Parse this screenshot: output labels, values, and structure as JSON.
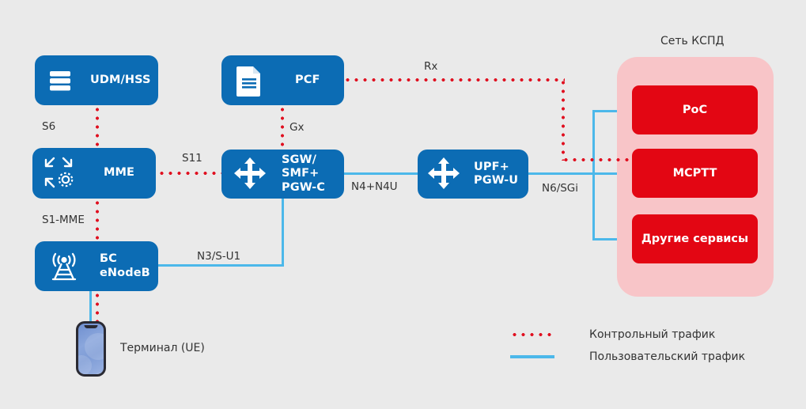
{
  "diagram": {
    "title_area_label": "Сеть КСПД",
    "background_color": "#eaeaea",
    "node_color": "#0c6cb4",
    "service_color": "#e30613",
    "service_container_color": "#f8c5c8",
    "control_traffic_color": "#e01020",
    "user_traffic_color": "#4cb8ea"
  },
  "nodes": [
    {
      "id": "udm",
      "label": "UDM/HSS",
      "icon": "database-icon"
    },
    {
      "id": "pcf",
      "label": "PCF",
      "icon": "document-policy-icon"
    },
    {
      "id": "mme",
      "label": "MME",
      "icon": "arrows-gear-icon"
    },
    {
      "id": "sgw",
      "label": "SGW/\nSMF+\nPGW-C",
      "icon": "router-arrows-icon"
    },
    {
      "id": "upf",
      "label": "UPF+\nPGW-U",
      "icon": "router-arrows-icon"
    },
    {
      "id": "enb",
      "label": "БС\neNodeB",
      "icon": "antenna-tower-icon"
    }
  ],
  "services": {
    "container_label": "Сеть КСПД",
    "items": [
      {
        "id": "poc",
        "label": "PoC"
      },
      {
        "id": "mcptt",
        "label": "MCPTT"
      },
      {
        "id": "other",
        "label": "Другие сервисы"
      }
    ]
  },
  "terminal": {
    "label": "Терминал (UE)",
    "icon": "smartphone-icon"
  },
  "interface_labels": [
    {
      "id": "s6",
      "text": "S6"
    },
    {
      "id": "gx",
      "text": "Gx"
    },
    {
      "id": "rx",
      "text": "Rx"
    },
    {
      "id": "s11",
      "text": "S11"
    },
    {
      "id": "s1mme",
      "text": "S1-MME"
    },
    {
      "id": "n4n4u",
      "text": "N4+N4U"
    },
    {
      "id": "n6sgi",
      "text": "N6/SGi"
    },
    {
      "id": "n3su1",
      "text": "N3/S-U1"
    }
  ],
  "legend": {
    "control": "Контрольный трафик",
    "user": "Пользовательский трафик"
  }
}
